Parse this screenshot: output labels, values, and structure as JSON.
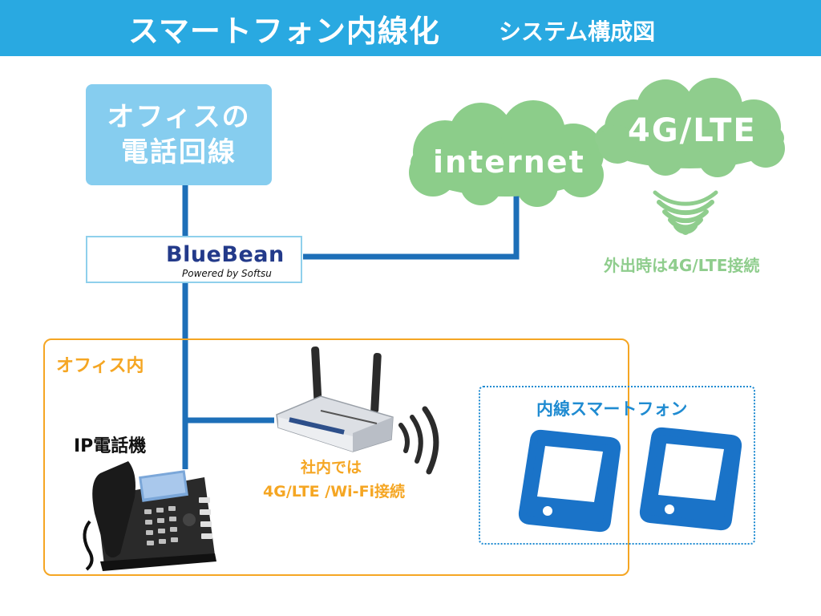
{
  "header": {
    "title": "スマートフォン内線化",
    "subtitle": "システム構成図",
    "bg_color": "#29a9e1"
  },
  "phone_line": {
    "line1": "オフィスの",
    "line2": "電話回線"
  },
  "clouds": {
    "internet": "internet",
    "lte": "4G/LTE"
  },
  "lte_caption": "外出時は4G/LTE接続",
  "bluebean": {
    "name": "BlueBean",
    "tagline": "Powered by Softsu"
  },
  "office": {
    "label": "オフィス内"
  },
  "ip_phone": {
    "label": "IP電話機"
  },
  "router": {
    "caption_line1": "社内では",
    "caption_line2": "4G/LTE /Wi-Fi接続"
  },
  "smartphones": {
    "label": "内線スマートフォン"
  },
  "colors": {
    "line_blue": "#1d6fb8",
    "cloud_green": "#8ccd8a",
    "lte_green": "#8fcd8d",
    "office_orange": "#f5a623",
    "phone_blue": "#1a73c8"
  }
}
